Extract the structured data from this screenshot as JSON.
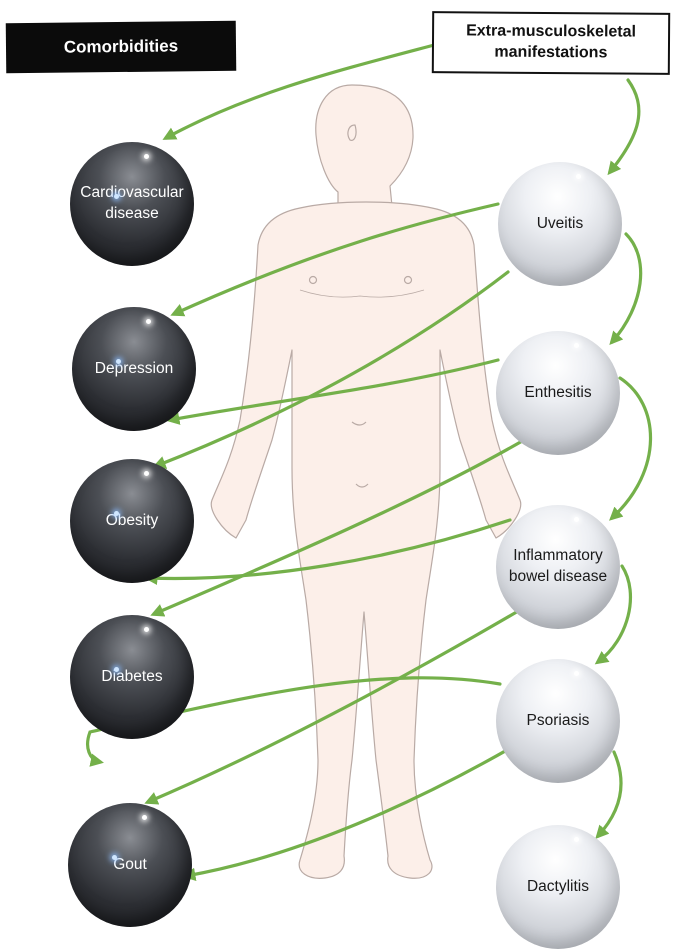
{
  "headers": {
    "comorbidities": "Comorbidities",
    "extra_manifestations": "Extra-musculoskeletal manifestations"
  },
  "comorbidities": [
    {
      "id": "cardiovascular",
      "label": "Cardiovascular disease"
    },
    {
      "id": "depression",
      "label": "Depression"
    },
    {
      "id": "obesity",
      "label": "Obesity"
    },
    {
      "id": "diabetes",
      "label": "Diabetes"
    },
    {
      "id": "gout",
      "label": "Gout"
    }
  ],
  "manifestations": [
    {
      "id": "uveitis",
      "label": "Uveitis"
    },
    {
      "id": "enthesitis",
      "label": "Enthesitis"
    },
    {
      "id": "ibd",
      "label": "Inflammatory bowel disease"
    },
    {
      "id": "psoriasis",
      "label": "Psoriasis"
    },
    {
      "id": "dactylitis",
      "label": "Dactylitis"
    }
  ],
  "colors": {
    "arrow": "#74b04a",
    "comorbidity_ball": "#2c2e33",
    "manifestation_ball": "#e6e8ec",
    "body_fill": "#fcefe9",
    "body_outline": "#b9aaa5"
  }
}
